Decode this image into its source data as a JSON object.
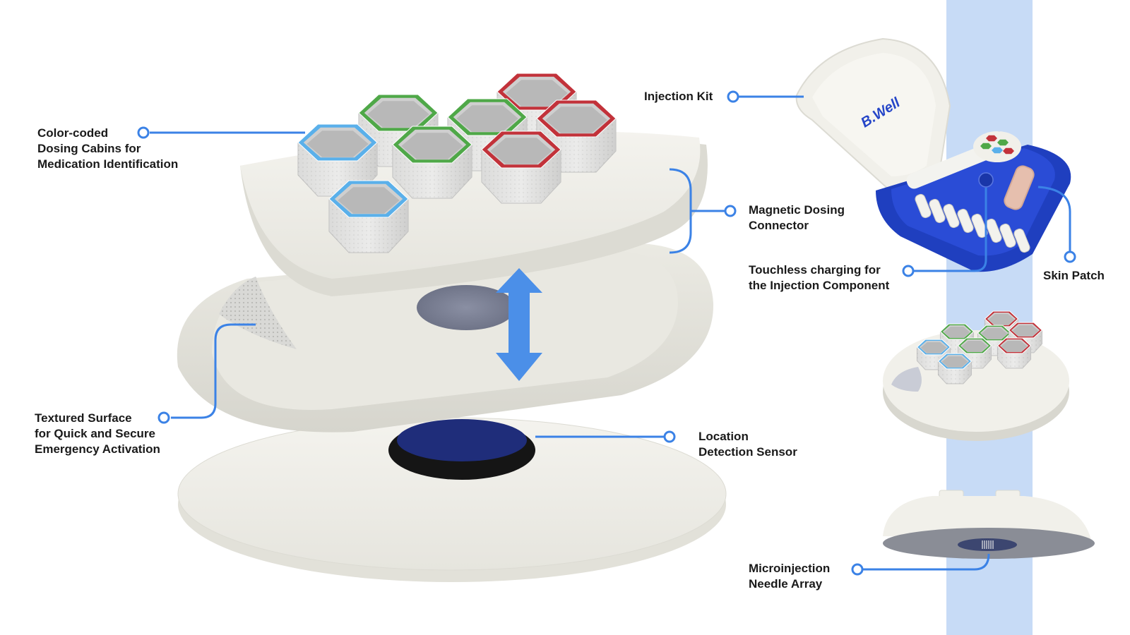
{
  "brand": {
    "logo_text": "B.Well"
  },
  "colors": {
    "callout_line": "#3b82e6",
    "strip": "#c7dbf6",
    "kit_case": "#1f3fbf",
    "arrow": "#4b8fe8",
    "cabin_blue": "#5ab0ea",
    "cabin_green": "#4fa848",
    "cabin_red": "#c2323a"
  },
  "callouts": {
    "cabins": {
      "lines": [
        "Color-coded",
        "Dosing Cabins for",
        "Medication Identification"
      ]
    },
    "textured": {
      "lines": [
        "Textured Surface",
        "for Quick and Secure",
        "Emergency Activation"
      ]
    },
    "magnetic": {
      "lines": [
        "Magnetic Dosing",
        "Connector"
      ]
    },
    "location": {
      "lines": [
        "Location",
        "Detection Sensor"
      ]
    },
    "injection_kit": {
      "lines": [
        "Injection Kit"
      ]
    },
    "touchless": {
      "lines": [
        "Touchless charging for",
        "the Injection Component"
      ]
    },
    "skin_patch": {
      "lines": [
        "Skin Patch"
      ]
    },
    "microinjection": {
      "lines": [
        "Microinjection",
        "Needle Array"
      ]
    }
  }
}
